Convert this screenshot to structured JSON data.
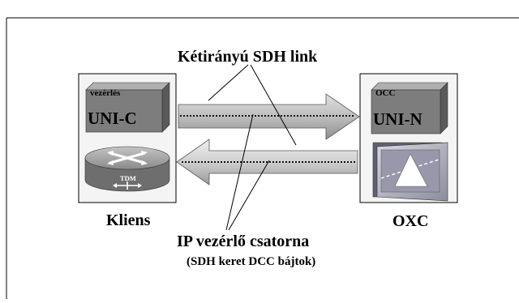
{
  "diagram": {
    "top_label": "Kétirányú SDH link",
    "client": {
      "box_tag": "vezérlés",
      "box_label": "UNI-C",
      "router_tag": "TDM",
      "caption": "Kliens"
    },
    "oxc": {
      "box_tag": "OCC",
      "box_label": "UNI-N",
      "caption": "OXC"
    },
    "bottom_label": "IP vezérlő csatorna",
    "bottom_sublabel": "(SDH keret DCC bájtok)"
  },
  "colors": {
    "background": "#ffffff",
    "frame": "#000000",
    "box_dark": "#7a7a7a",
    "arrow_fill": "#bdbdbd",
    "arrow_dark": "#8a8a8a",
    "router_body": "#777777",
    "oxc_panel": "#a9a9b9"
  },
  "icons": [
    "uni-c-cube-icon",
    "router-icon",
    "uni-n-cube-icon",
    "oxc-switch-icon"
  ]
}
